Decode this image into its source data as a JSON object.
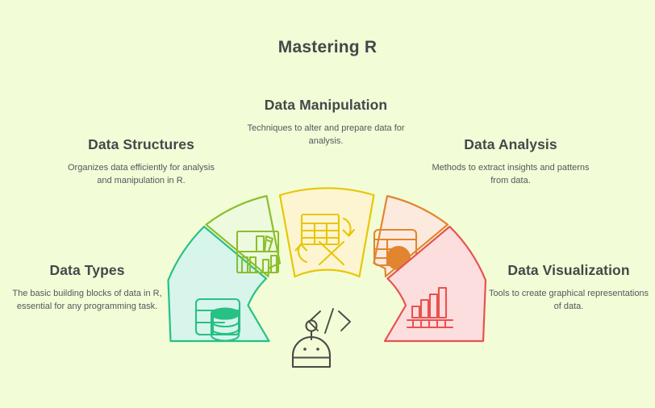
{
  "title": "Mastering R",
  "background_color": "#f2fcd7",
  "title_color": "#44484a",
  "robot": {
    "icon": "robot-head-icon",
    "code_icon": "code-brackets-icon",
    "color": "#4a4a46"
  },
  "segments": [
    {
      "id": "data-types",
      "title": "Data Types",
      "description": "The basic building blocks of data in R, essential for any programming task.",
      "icon": "table-database-icon",
      "stroke_color": "#27c085",
      "fill_color": "#d7f5ea"
    },
    {
      "id": "data-structures",
      "title": "Data Structures",
      "description": "Organizes data efficiently for analysis and manipulation in R.",
      "icon": "bookshelf-icon",
      "stroke_color": "#8cbe2e",
      "fill_color": "#eefade"
    },
    {
      "id": "data-manipulation",
      "title": "Data Manipulation",
      "description": "Techniques to alter and prepare data for analysis.",
      "icon": "table-transform-shuffle-icon",
      "stroke_color": "#e8c705",
      "fill_color": "#fdf5d2"
    },
    {
      "id": "data-analysis",
      "title": "Data Analysis",
      "description": "Methods to extract insights and patterns from data.",
      "icon": "table-magnifier-icon",
      "stroke_color": "#e2852f",
      "fill_color": "#fdeade"
    },
    {
      "id": "data-visualization",
      "title": "Data Visualization",
      "description": "Tools to create graphical representations of data.",
      "icon": "bar-chart-icon",
      "stroke_color": "#e8524f",
      "fill_color": "#fcdede"
    }
  ]
}
